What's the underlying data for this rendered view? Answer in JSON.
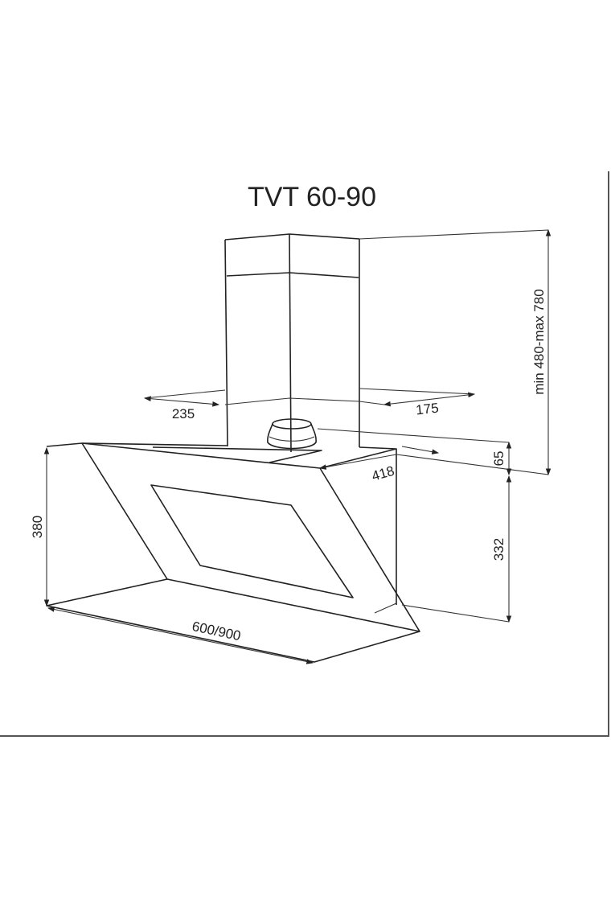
{
  "title": "TVT 60-90",
  "dimensions": {
    "chimney_left": "235",
    "chimney_right": "175",
    "height_range": "min 480-max 780",
    "depth": "418",
    "outlet": "65",
    "back_height": "332",
    "front_height": "380",
    "width": "600/900"
  }
}
